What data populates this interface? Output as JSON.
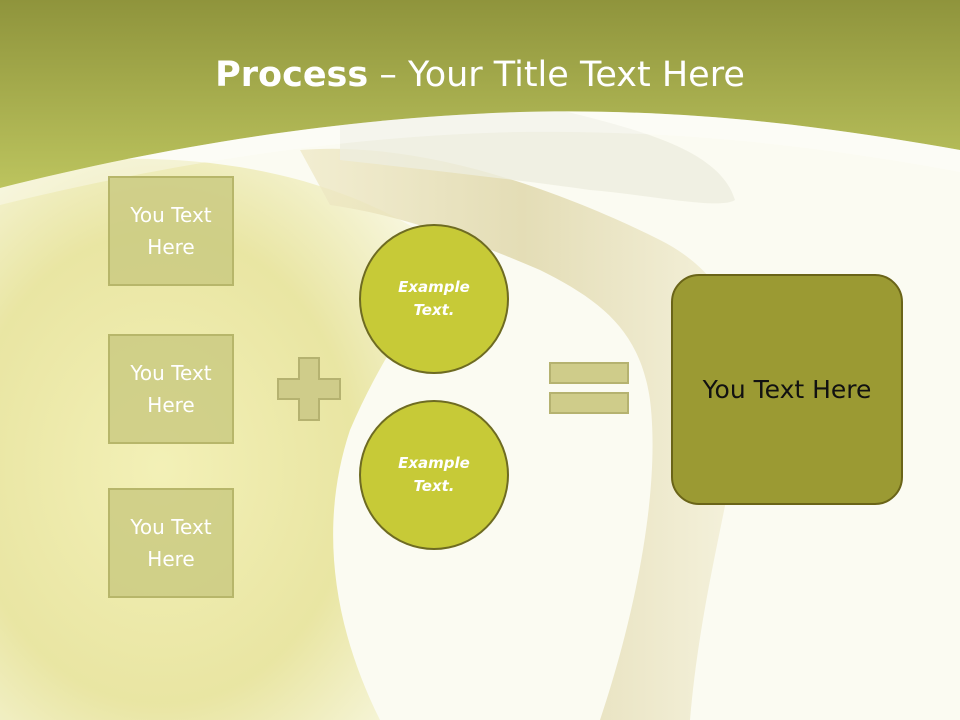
{
  "title": {
    "bold": "Process",
    "rest": " – Your Title Text Here"
  },
  "inputs": [
    {
      "label": "You Text Here"
    },
    {
      "label": "You Text Here"
    },
    {
      "label": "You Text Here"
    }
  ],
  "examples": [
    {
      "label": "Example Text."
    },
    {
      "label": "Example Text."
    }
  ],
  "result": {
    "label": "You Text Here"
  },
  "operators": {
    "plus": "plus-sign",
    "equals": "equals-sign"
  },
  "colors": {
    "header": "#a5ad4a",
    "box_fill": "#c9c980",
    "circle_fill": "#c7ca37",
    "result_fill": "#9b9a33",
    "operator_fill": "#cfcc8a"
  }
}
